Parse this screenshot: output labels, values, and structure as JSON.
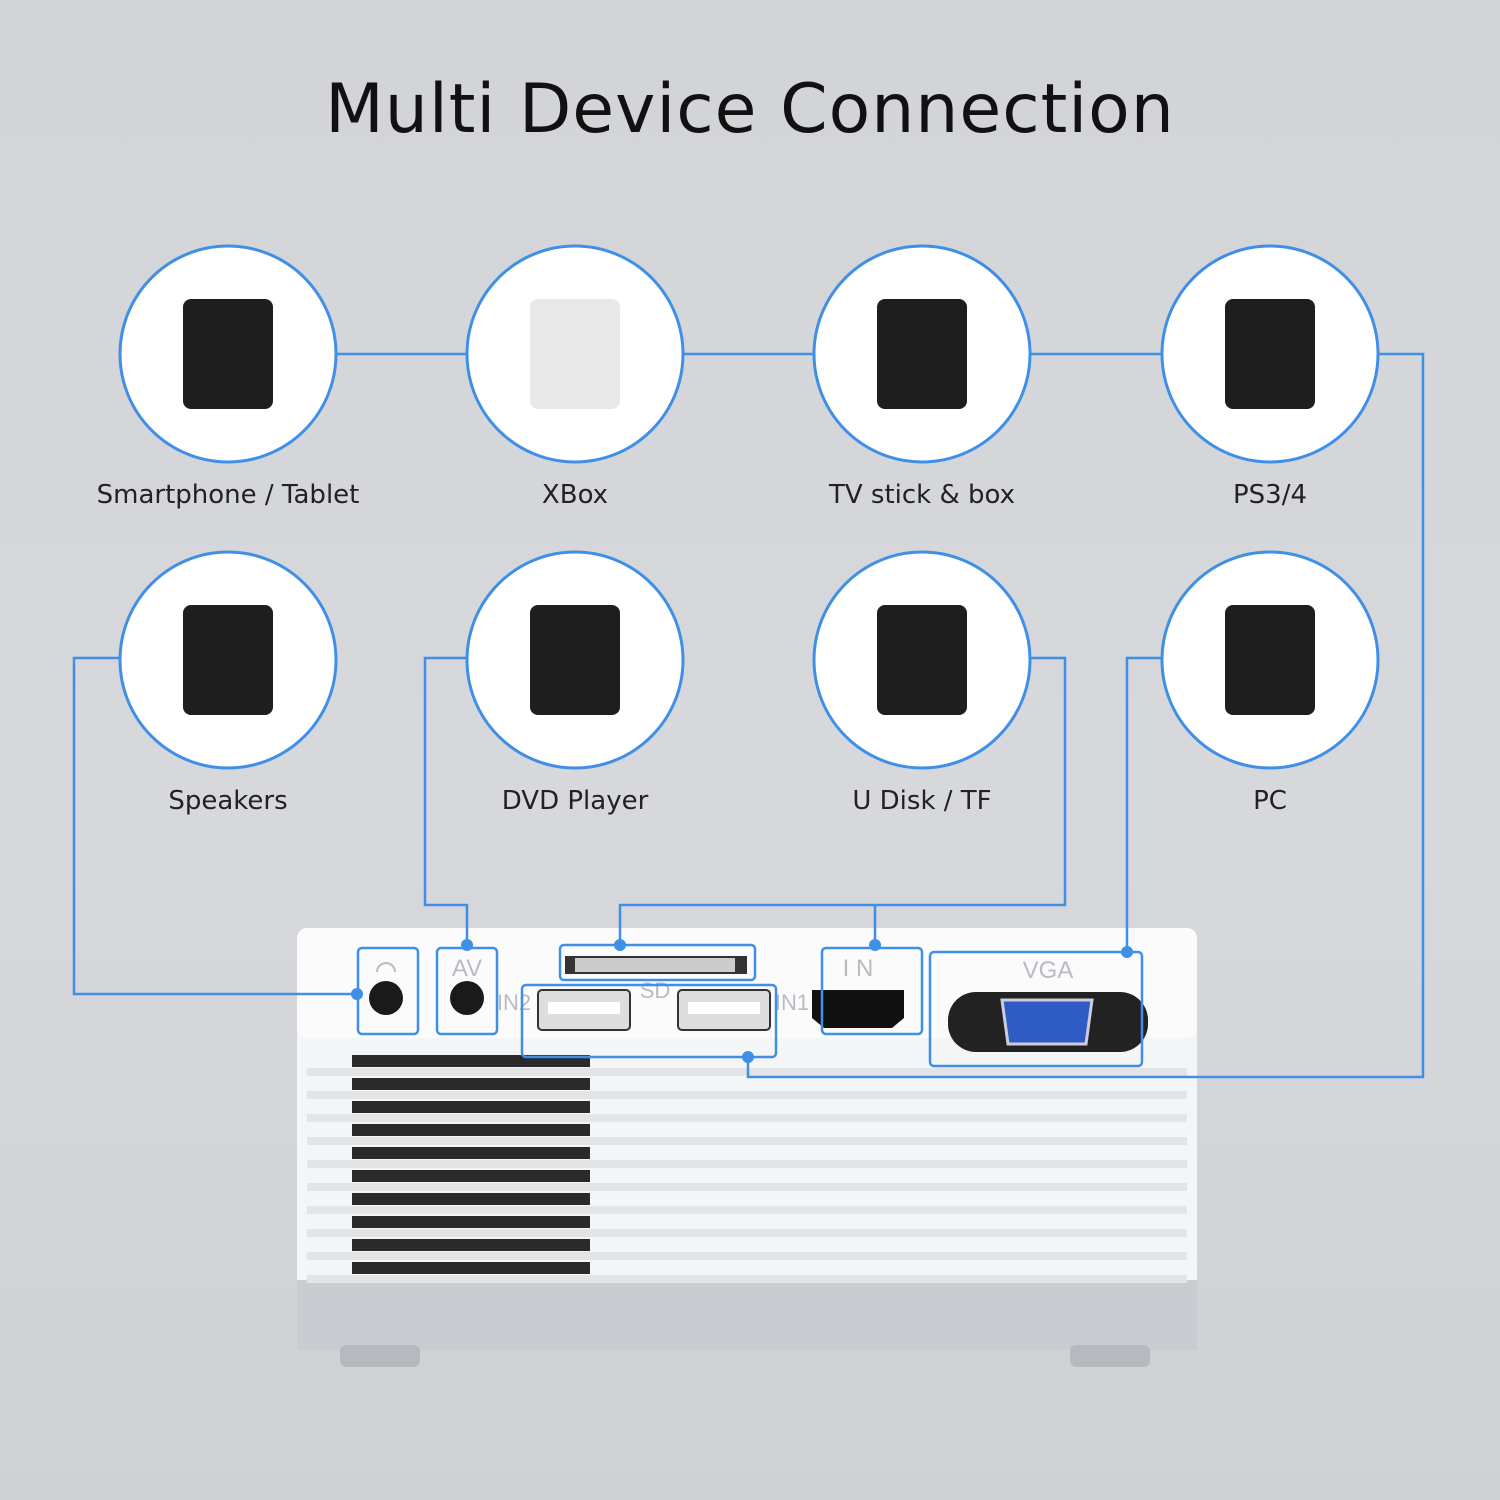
{
  "title": "Multi Device Connection",
  "accent_color": "#3f8fe6",
  "devices": [
    {
      "label": "Smartphone / Tablet",
      "icon": "tablet-phone-icon"
    },
    {
      "label": "XBox",
      "icon": "xbox-console-icon"
    },
    {
      "label": "TV stick & box",
      "icon": "tv-stick-remote-icon"
    },
    {
      "label": "PS3/4",
      "icon": "playstation-console-icon"
    },
    {
      "label": "Speakers",
      "icon": "speakers-icon"
    },
    {
      "label": "DVD Player",
      "icon": "dvd-player-icon"
    },
    {
      "label": "U Disk / TF",
      "icon": "usb-sd-card-icon"
    },
    {
      "label": "PC",
      "icon": "desktop-pc-icon"
    }
  ],
  "ports": {
    "av": "AV",
    "sd": "SD",
    "in2": "IN2",
    "in1": "IN1",
    "hdmi": "I N",
    "vga": "VGA"
  }
}
